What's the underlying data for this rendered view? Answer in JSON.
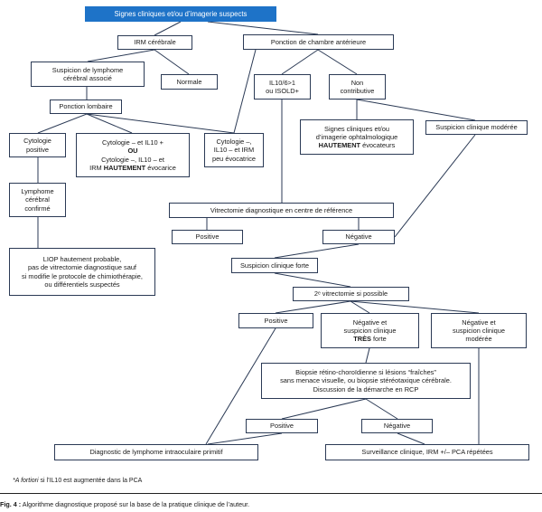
{
  "nodes": {
    "top": "Signes cliniques et/ou d’imagerie suspects",
    "irm": "IRM cérébrale",
    "ponction_ca": "Ponction de chambre antérieure",
    "suspicion_lymphome": [
      "Suspicion de lymphome",
      "cérébral associé"
    ],
    "normale": "Normale",
    "il10": [
      "IL10/6>1",
      "ou ISOLD+"
    ],
    "non_contrib": [
      "Non",
      "contributive"
    ],
    "ponction_lombaire": "Ponction lombaire",
    "cyto_pos": [
      "Cytologie",
      "positive"
    ],
    "cyto_mid": {
      "l1": "Cytologie – et IL10 +",
      "l2": "OU",
      "l3": "Cytologie –, IL10 – et",
      "l4a": "IRM ",
      "l4b": "HAUTEMENT",
      "l4c": " évocarice"
    },
    "cyto_right": [
      "Cytologie –,",
      "IL10 – et IRM",
      "peu évocatrice"
    ],
    "signes_oph": {
      "l1": "Signes cliniques et/ou",
      "l2": "d’imagerie ophtalmologique",
      "l3a": "HAUTEMENT",
      "l3b": " évocateurs"
    },
    "susp_moderee": "Suspicion clinique modérée",
    "lymphome_confirme": [
      "Lymphome",
      "cérébral",
      "confirmé"
    ],
    "vitrectomie": "Vitrectomie diagnostique en centre de référence",
    "v_pos": "Positive",
    "v_neg": "Négative",
    "liop": [
      "LIOP hautement probable,",
      "pas de vitrectomie diagnostique sauf",
      "si modifie le protocole de chimiothérapie,",
      "ou différentiels suspectés"
    ],
    "susp_forte": "Suspicion clinique forte",
    "vitrectomie2": "2ᵉ vitrectomie si possible",
    "v2_pos": "Positive",
    "v2_neg_forte": {
      "l1": "Négative et",
      "l2": "suspicion clinique",
      "l3a": "TRÈS",
      "l3b": " forte"
    },
    "v2_neg_moderee": [
      "Négative et",
      "suspicion clinique",
      "modérée"
    ],
    "biopsie": [
      "Biopsie rétino-choroïdienne si lésions “fraîches”",
      "sans menace visuelle, ou biopsie stéréotaxique cérébrale.",
      "Discussion de la démarche en RCP"
    ],
    "b_pos": "Positive",
    "b_neg": "Négative",
    "diagnostic": "Diagnostic de lymphome intraoculaire primitif",
    "surveillance": "Surveillance clinique, IRM +/– PCA répétées"
  },
  "footnote": {
    "a": "*A fortiori",
    "b": " si l’IL10 est augmentée dans la PCA"
  },
  "caption": {
    "label": "Fig. 4 :",
    "text": " Algorithme diagnostique proposé sur la base de la pratique clinique de l’auteur."
  },
  "colors": {
    "accent": "#1e73c8",
    "border": "#2b3a55"
  }
}
